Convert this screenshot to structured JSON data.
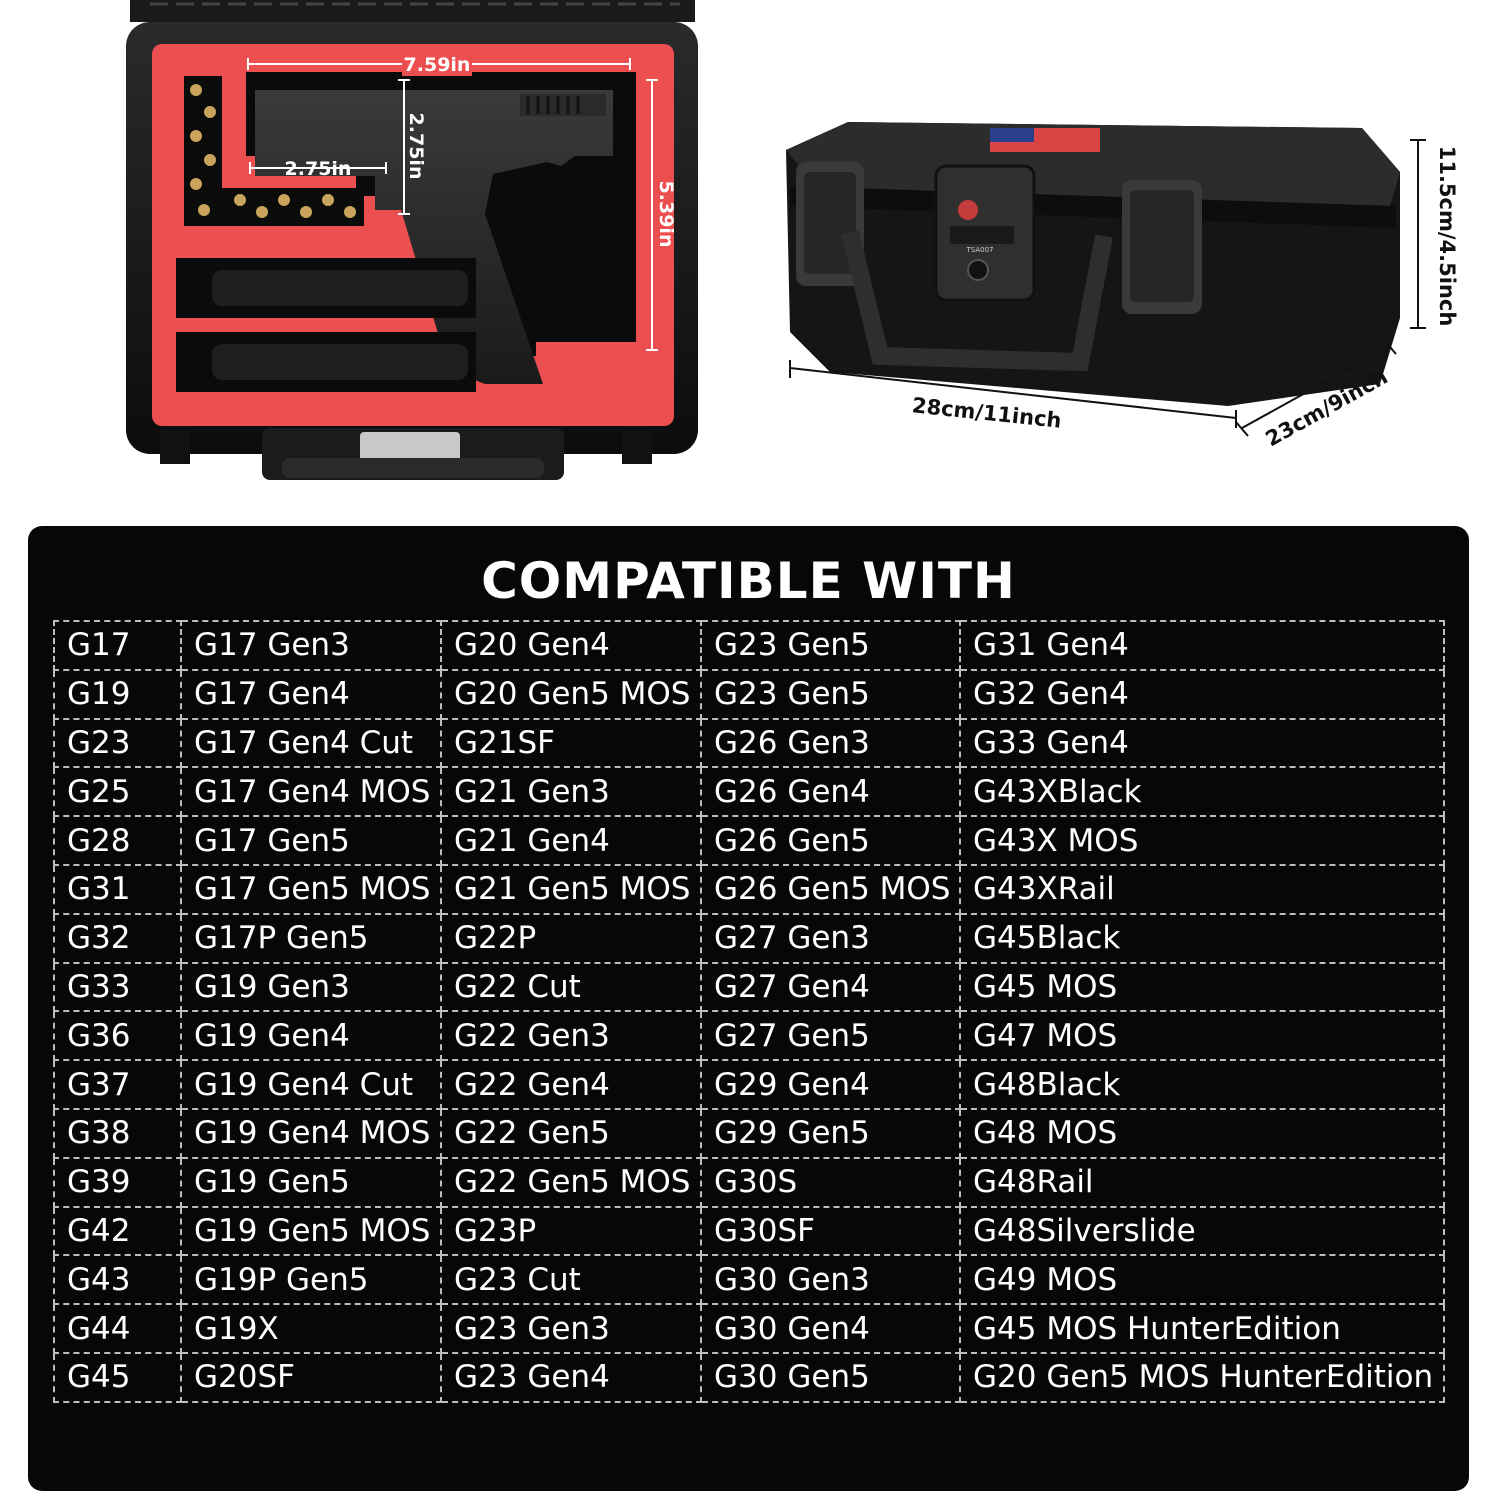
{
  "dimensions": {
    "gun_length": "7.59in",
    "gun_height": "2.75in",
    "grip_offset": "2.75in",
    "cavity_height": "5.39in",
    "case_height": "11.5cm/4.5inch",
    "case_length": "28cm/11inch",
    "case_depth": "23cm/9inch"
  },
  "lock_label": "TSA007",
  "compat": {
    "title": "COMPATIBLE WITH",
    "rows": [
      [
        "G17",
        "G17  Gen3",
        "G20  Gen4",
        "G23  Gen5",
        "G31  Gen4"
      ],
      [
        "G19",
        "G17  Gen4",
        "G20  Gen5 MOS",
        "G23  Gen5",
        "G32  Gen4"
      ],
      [
        "G23",
        "G17  Gen4 Cut",
        "G21SF",
        "G26  Gen3",
        "G33  Gen4"
      ],
      [
        "G25",
        "G17  Gen4 MOS",
        "G21  Gen3",
        "G26  Gen4",
        "G43XBlack"
      ],
      [
        "G28",
        "G17  Gen5",
        "G21  Gen4",
        "G26  Gen5",
        "G43X MOS"
      ],
      [
        "G31",
        "G17  Gen5 MOS",
        "G21  Gen5 MOS",
        "G26  Gen5 MOS",
        "G43XRail"
      ],
      [
        "G32",
        "G17P  Gen5",
        "G22P",
        "G27  Gen3",
        "G45Black"
      ],
      [
        "G33",
        "G19  Gen3",
        "G22 Cut",
        "G27  Gen4",
        "G45 MOS"
      ],
      [
        "G36",
        "G19  Gen4",
        "G22  Gen3",
        "G27  Gen5",
        "G47 MOS"
      ],
      [
        "G37",
        "G19  Gen4 Cut",
        "G22  Gen4",
        "G29  Gen4",
        "G48Black"
      ],
      [
        "G38",
        "G19  Gen4 MOS",
        "G22  Gen5",
        "G29  Gen5",
        "G48 MOS"
      ],
      [
        "G39",
        "G19  Gen5",
        "G22  Gen5 MOS",
        "G30S",
        "G48Rail"
      ],
      [
        "G42",
        "G19  Gen5 MOS",
        "G23P",
        "G30SF",
        "G48Silverslide"
      ],
      [
        "G43",
        "G19P  Gen5",
        "G23 Cut",
        "G30  Gen3",
        "G49  MOS"
      ],
      [
        "G44",
        "G19X",
        "G23  Gen3",
        "G30  Gen4",
        "G45 MOS HunterEdition"
      ],
      [
        "G45",
        "G20SF",
        "G23  Gen4",
        "G30  Gen5",
        "G20  Gen5 MOS HunterEdition"
      ]
    ]
  },
  "colors": {
    "foam_red": "#ec4f4f",
    "case_black": "#161616",
    "panel_black": "#070707",
    "dash_gray": "#bdbdbd"
  }
}
